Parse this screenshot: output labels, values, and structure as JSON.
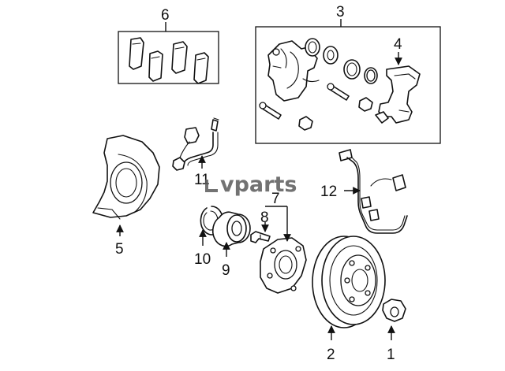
{
  "watermark": {
    "text": "vparts",
    "color": "#5a5a5a"
  },
  "callouts": {
    "c1": "1",
    "c2": "2",
    "c3": "3",
    "c4": "4",
    "c5": "5",
    "c6": "6",
    "c7": "7",
    "c8": "8",
    "c9": "9",
    "c10": "10",
    "c11": "11",
    "c12": "12"
  },
  "colors": {
    "line": "#111111",
    "background": "#ffffff"
  }
}
